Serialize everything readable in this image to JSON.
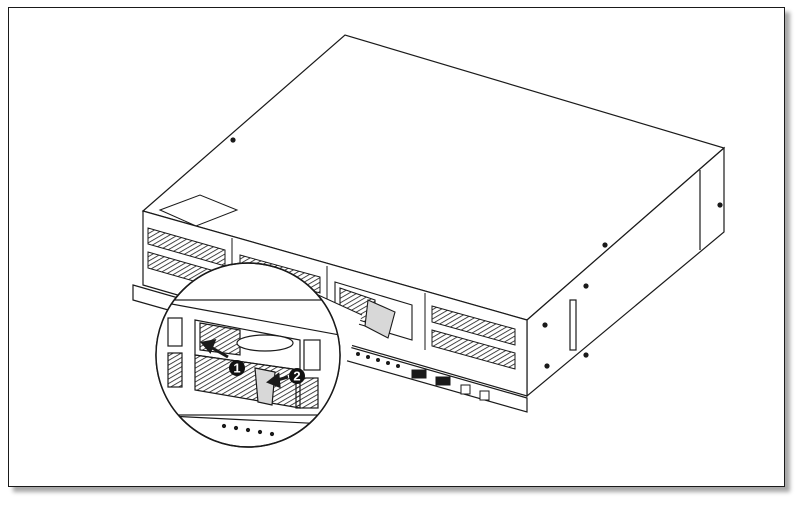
{
  "figure": {
    "description_labels": [],
    "callouts": [
      {
        "number": "1"
      },
      {
        "number": "2"
      }
    ]
  },
  "colors": {
    "line": "#1a1a1a",
    "fill": "#ffffff",
    "shade": "#cfcfcf",
    "callout": "#111111"
  },
  "icons": [
    "server-chassis",
    "drive-bay",
    "release-lever",
    "arrow",
    "magnifier-callout"
  ]
}
